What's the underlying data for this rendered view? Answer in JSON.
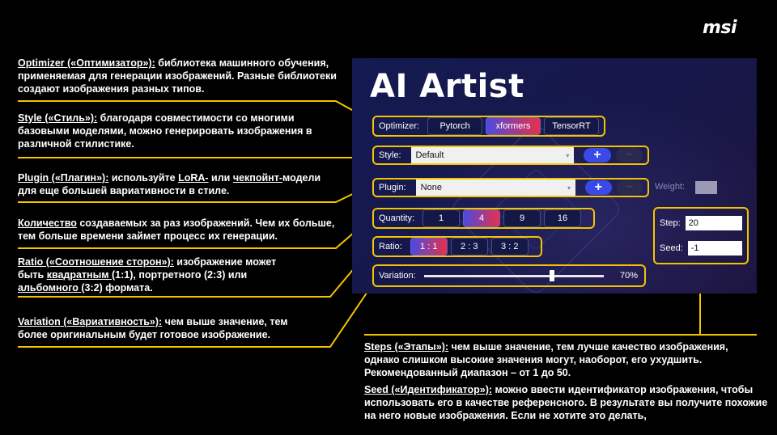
{
  "brand": {
    "logo_text": "msi"
  },
  "annotations": {
    "optimizer": {
      "key": "Optimizer («Оптимизатор»):",
      "text": " библиотека машинного обучения, применяемая для генерации изображений. Разные библиотеки создают изображения разных типов."
    },
    "style": {
      "key": "Style («Стиль»):",
      "text": " благодаря совместимости со многими базовыми моделями, можно генерировать изображения в различной стилистике."
    },
    "plugin": {
      "key": "Plugin («Плагин»):",
      "text1": " используйте ",
      "u1": "LoRA-",
      "text2": " или ",
      "u2": "чекпойнт-",
      "text3": "модели для еще большей вариативности в стиле."
    },
    "quantity": {
      "key": "Количество",
      "text": " создаваемых за раз изображений. Чем их больше, тем больше времени займет процесс их генерации."
    },
    "ratio": {
      "key": "Ratio («Соотношение сторон»):",
      "text1": " изображение может быть ",
      "u1": "квадратным ",
      "text2": "(1:1), портретного (2:3) или ",
      "u2": "альбомного ",
      "text3": "(3:2) формата."
    },
    "variation": {
      "key": "Variation («Вариативность»):",
      "text": " чем выше значение, тем более оригинальным будет готовое изображение."
    },
    "steps": {
      "key": "Steps («Этапы»):",
      "text": " чем выше значение, тем лучше качество изображения, однако слишком высокие значения могут, наоборот, его ухудшить. Рекомендованный диапазон – от 1 до 50."
    },
    "seed": {
      "key": "Seed («Идентификатор»):",
      "text": " можно ввести идентификатор изображения, чтобы использовать его в качестве референсного. В результате вы получите похожие на него новые изображения. Если не хотите это делать,"
    }
  },
  "app": {
    "title": "AI Artist",
    "optimizer": {
      "label": "Optimizer:",
      "options": [
        "Pytorch",
        "xformers",
        "TensorRT"
      ],
      "selected": "xformers"
    },
    "style": {
      "label": "Style:",
      "value": "Default",
      "add": "+",
      "remove": "−"
    },
    "plugin": {
      "label": "Plugin:",
      "value": "None",
      "add": "+",
      "remove": "−",
      "weight_label": "Weight:"
    },
    "quantity": {
      "label": "Quantity:",
      "options": [
        "1",
        "4",
        "9",
        "16"
      ],
      "selected": "4"
    },
    "ratio": {
      "label": "Ratio:",
      "options": [
        "1 : 1",
        "2 : 3",
        "3 : 2"
      ],
      "selected": "1 : 1"
    },
    "variation": {
      "label": "Variation:",
      "value": "70%",
      "percent": 70
    },
    "step": {
      "label": "Step:",
      "value": "20"
    },
    "seed": {
      "label": "Seed:",
      "value": "-1"
    }
  },
  "colors": {
    "highlight": "#f5c400",
    "accent_from": "#4a4ae0",
    "accent_to": "#e8304a",
    "plus_button": "#3a4ae8"
  }
}
